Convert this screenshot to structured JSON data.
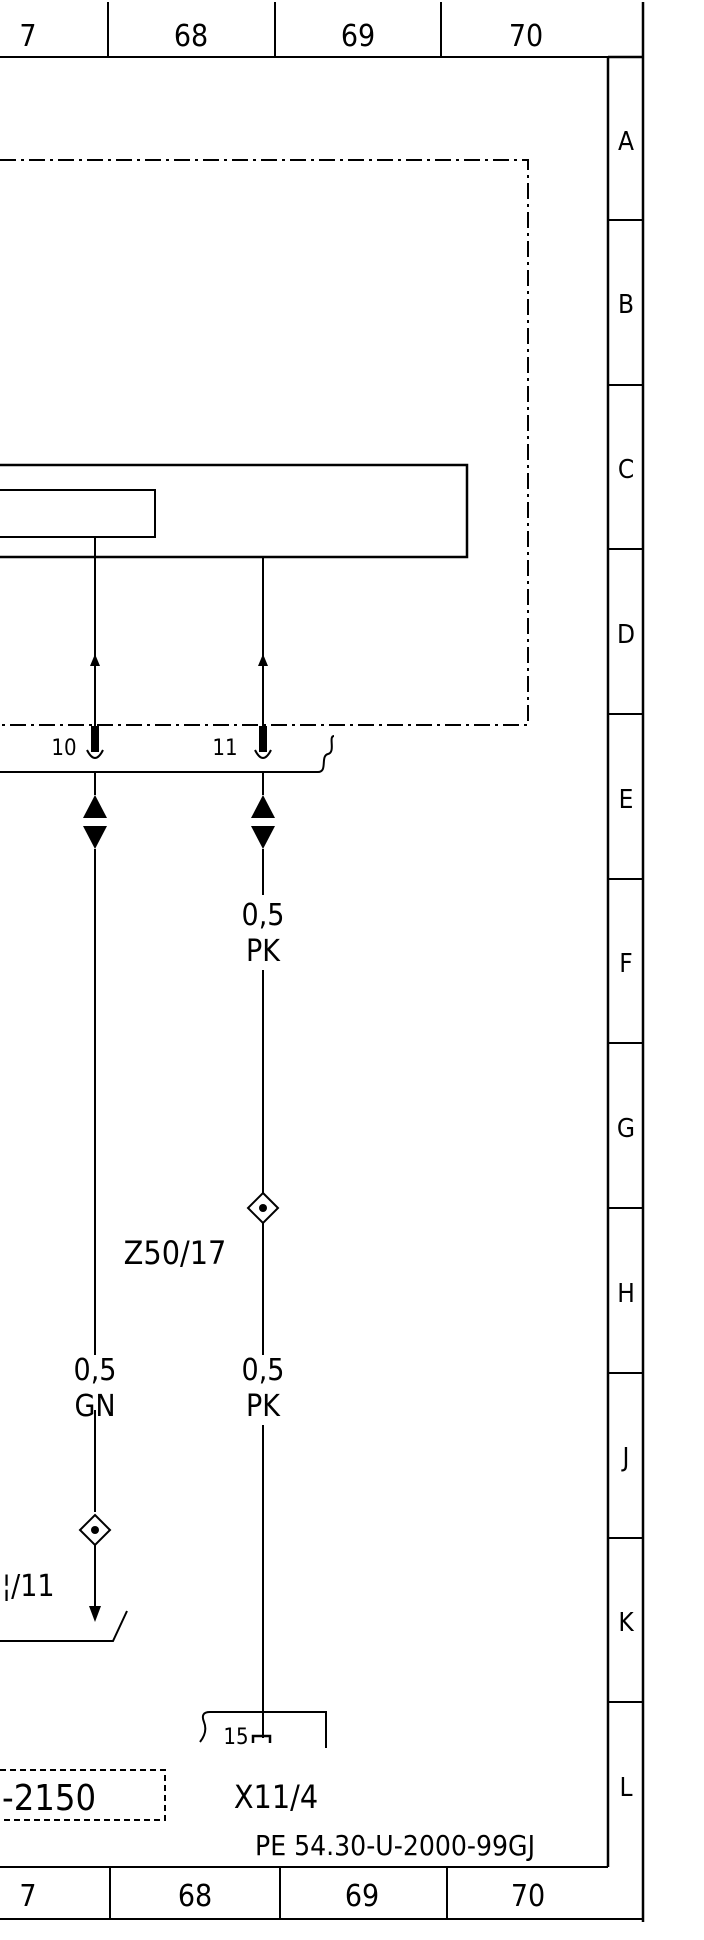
{
  "top_grid": {
    "c67": "7",
    "c68": "68",
    "c69": "69",
    "c70": "70"
  },
  "bottom_grid": {
    "c67": "7",
    "c68": "68",
    "c69": "69",
    "c70": "70"
  },
  "row_labels": [
    "A",
    "B",
    "C",
    "D",
    "E",
    "F",
    "G",
    "H",
    "J",
    "K",
    "L"
  ],
  "connector": {
    "pin_left": "10",
    "pin_right": "11"
  },
  "wires": {
    "pk_upper_size": "0,5",
    "pk_upper_color": "PK",
    "gn_size": "0,5",
    "gn_color": "GN",
    "pk_lower_size": "0,5",
    "pk_lower_color": "PK"
  },
  "splice": {
    "z50_label": "Z50/17",
    "left_partial_label": "¦/11"
  },
  "bottom_connector": {
    "pin": "15",
    "label": "X11/4"
  },
  "page_ref_box": "-2150",
  "doc_code": "PE 54.30-U-2000-99GJ"
}
